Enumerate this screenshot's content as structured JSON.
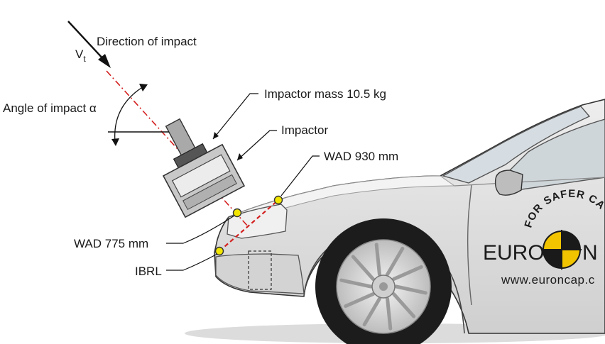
{
  "labels": {
    "velocity_symbol": "V",
    "velocity_subscript": "t",
    "direction": "Direction of impact",
    "angle": "Angle of impact α",
    "mass": "Impactor mass 10.5 kg",
    "impactor": "Impactor",
    "wad930": "WAD 930 mm",
    "wad775": "WAD 775 mm",
    "ibrl": "IBRL"
  },
  "logo": {
    "arc_text": "FOR SAFER CARS",
    "left_word": "EURO",
    "right_word": "N",
    "url": "www.euroncap.c"
  },
  "colors": {
    "impact_line": "#d42020",
    "marker": "#f2e600",
    "car_body": "#e4e4e4",
    "car_shade": "#c9c9c9",
    "outline": "#333333"
  }
}
